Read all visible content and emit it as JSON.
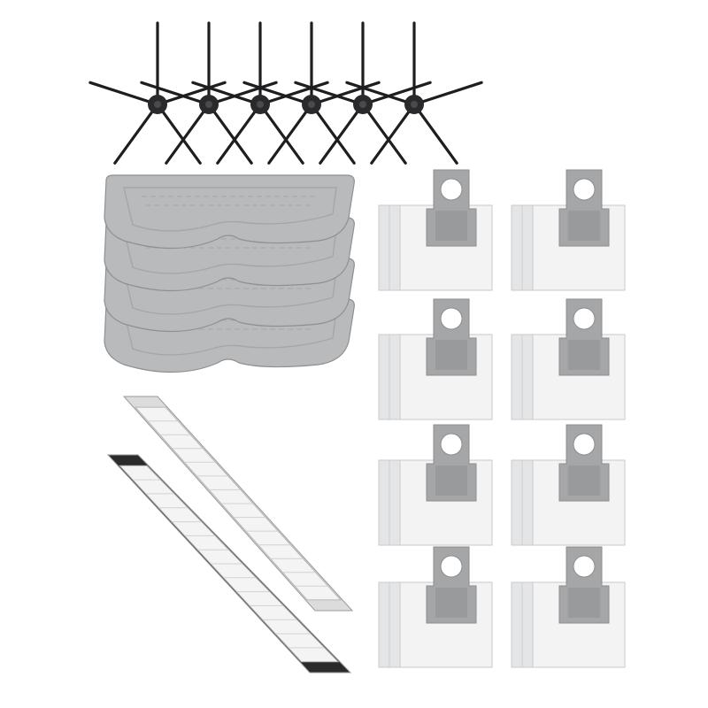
{
  "colors": {
    "background": "#ffffff",
    "brush": "#1e1e20",
    "brush_hub": "#2a2a2c",
    "mop": "#b9babb",
    "mop_edge": "#8e9092",
    "mop_pattern": "#a4a6a8",
    "bag_body": "#f3f3f4",
    "bag_side": "#e4e5e6",
    "bag_edge": "#c9cacc",
    "bag_collar": "#a5a6a8",
    "bag_collar_dark": "#8c8d8f",
    "filter_frame": "#dcdcdc",
    "filter_media": "#f4f4f4",
    "filter_dark": "#2b2b2b"
  },
  "products": {
    "side_brushes": {
      "count": 6,
      "icon": "side-brush-icon"
    },
    "mop_pads": {
      "count": 4,
      "icon": "mop-pad-icon"
    },
    "dust_bags": {
      "count": 8,
      "icon": "dust-bag-icon"
    },
    "hepa_filters": {
      "count": 2,
      "icon": "hepa-filter-icon"
    }
  }
}
